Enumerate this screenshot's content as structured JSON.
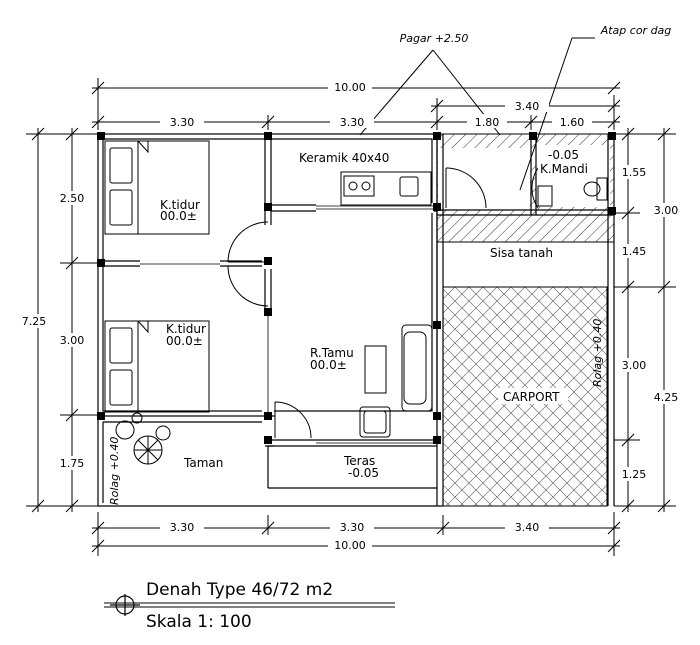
{
  "dimensions": {
    "total_width_top": "10.00",
    "top_left": "3.30",
    "top_middle": "3.30",
    "top_right": "3.40",
    "top_right_a": "1.80",
    "top_right_b": "1.60",
    "left_total": "7.25",
    "left_a": "2.50",
    "left_b": "3.00",
    "left_c": "1.75",
    "right_a": "1.55",
    "right_ab": "3.00",
    "right_b": "1.45",
    "right_c": "3.00",
    "right_cd": "4.25",
    "right_d": "1.25",
    "bottom_left": "3.30",
    "bottom_middle": "3.30",
    "bottom_right": "3.40",
    "total_width_bottom": "10.00"
  },
  "notes": {
    "fence": "Pagar +2.50",
    "roof": "Atap cor dag",
    "rolag_left": "Rolag +0.40",
    "rolag_right": "Rolag +0.40"
  },
  "rooms": {
    "kitchen": "Keramik 40x40",
    "bathroom_level": "-0.05",
    "bathroom": "K.Mandi",
    "bedroom1": "K.tidur",
    "bedroom1_level": "00.0±",
    "bedroom2": "K.tidur",
    "bedroom2_level": "00.0±",
    "living": "R.Tamu",
    "living_level": "00.0±",
    "leftover": "Sisa tanah",
    "carport": "CARPORT",
    "garden": "Taman",
    "terrace": "Teras",
    "terrace_level": "-0.05"
  },
  "title": {
    "name": "Denah Type 46/72 m2",
    "scale": "Skala 1: 100"
  }
}
